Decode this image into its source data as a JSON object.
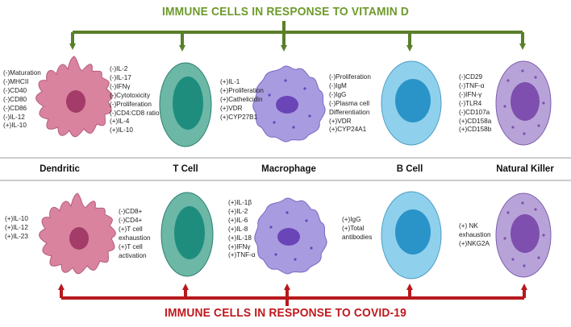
{
  "titles": {
    "vitamin_d": "IMMUNE CELLS IN RESPONSE TO VITAMIN D",
    "covid": "IMMUNE CELLS IN RESPONSE TO COVID-19"
  },
  "cells": [
    {
      "id": "dendritic",
      "label": "Dendritic"
    },
    {
      "id": "tcell",
      "label": "T Cell"
    },
    {
      "id": "macrophage",
      "label": "Macrophage"
    },
    {
      "id": "bcell",
      "label": "B Cell"
    },
    {
      "id": "nk",
      "label": "Natural Killer"
    }
  ],
  "vitamin_d": {
    "dendritic": [
      "(-)Maturation",
      "(-)MHCII",
      "(-)CD40",
      "(-)CD80",
      "(-)CD86",
      "(-)IL-12",
      "(+)IL-10"
    ],
    "tcell": [
      "(-)IL-2",
      "(-)IL-17",
      "(-)IFNγ",
      "(-)Cytotoxicity",
      "(-)Proliferation",
      "(-)CD4:CD8 ratio",
      "(+)IL-4",
      "(+)IL-10"
    ],
    "macrophage": [
      "(+)IL-1",
      "(+)Proliferation",
      "(+)Cathelicidin",
      "(+)VDR",
      "(+)CYP27B1"
    ],
    "bcell": [
      "(-)Proliferation",
      "(-)IgM",
      "(-)IgG",
      "(-)Plasma cell",
      "Differentiation",
      "(+)VDR",
      "(+)CYP24A1"
    ],
    "nk": [
      "(-)CD29",
      "(-)TNF-α",
      "(-)IFN-γ",
      "(-)TLR4",
      "(-)CD107a",
      "(+)CD158a",
      "(+)CD158b"
    ]
  },
  "covid": {
    "dendritic": [
      "(+)IL-10",
      "(+)IL-12",
      "(+)IL-23"
    ],
    "tcell": [
      "(-)CD8+",
      "(-)CD4+",
      "(+)T cell",
      "exhaustion",
      "(+)T cell",
      "activation"
    ],
    "macrophage": [
      "(+)IL-1β",
      "(+)IL-2",
      "(+)IL-6",
      "(+)IL-8",
      "(+)IL-18",
      "(+)IFNγ",
      "(+)TNF-α"
    ],
    "bcell": [
      "(+)IgG",
      "(+)Total",
      "antibodies"
    ],
    "nk": [
      "(+) NK",
      "exhaustion",
      "(+)NKG2A"
    ]
  },
  "colors": {
    "vitamin_d_bracket": "#5a7f2a",
    "covid_bracket": "#b8181c",
    "divider": "#9a9a9a",
    "dendritic_fill": "#d9839f",
    "dendritic_nucleus": "#a33c68",
    "tcell_fill": "#6cb7a6",
    "tcell_nucleus": "#1f8d7e",
    "macrophage_fill": "#a99be0",
    "macrophage_nucleus": "#6a45b8",
    "bcell_fill": "#8fd0ec",
    "bcell_nucleus": "#2a94c9",
    "nk_fill": "#b8a3d8",
    "nk_nucleus": "#7e4fae"
  }
}
